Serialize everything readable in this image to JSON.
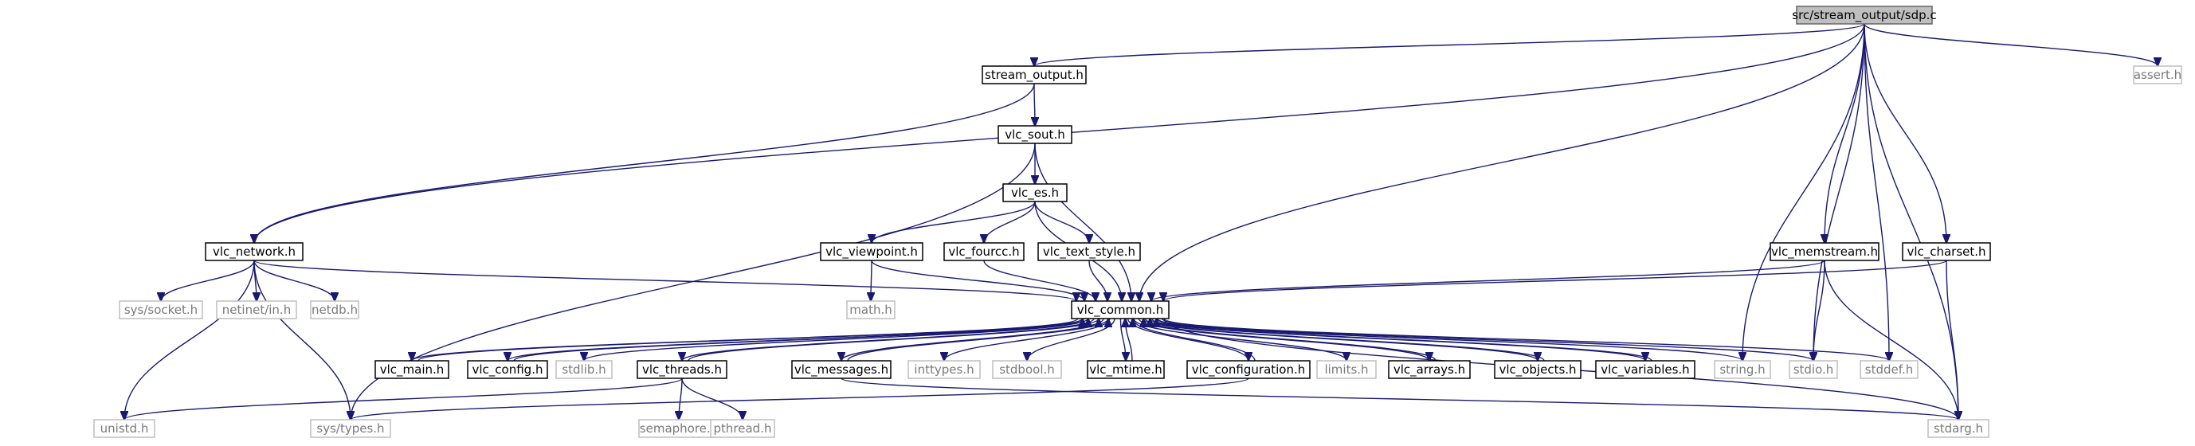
{
  "diagram": {
    "type": "include-dependency-graph",
    "colors": {
      "edge": "#191970",
      "root_fill": "#bfbfbf",
      "root_border": "#666666",
      "documented_border": "#000000",
      "external_border": "#bfbfbf",
      "external_text": "#7a7a7a"
    },
    "nodes": [
      {
        "id": "sdp_c",
        "label": "src/stream_output/sdp.c",
        "kind": "root"
      },
      {
        "id": "stream_output_h",
        "label": "stream_output.h",
        "kind": "doc"
      },
      {
        "id": "assert_h",
        "label": "assert.h",
        "kind": "sys"
      },
      {
        "id": "vlc_sout_h",
        "label": "vlc_sout.h",
        "kind": "doc"
      },
      {
        "id": "vlc_es_h",
        "label": "vlc_es.h",
        "kind": "doc"
      },
      {
        "id": "vlc_network_h",
        "label": "vlc_network.h",
        "kind": "doc"
      },
      {
        "id": "vlc_viewpoint_h",
        "label": "vlc_viewpoint.h",
        "kind": "doc"
      },
      {
        "id": "vlc_fourcc_h",
        "label": "vlc_fourcc.h",
        "kind": "doc"
      },
      {
        "id": "vlc_text_style_h",
        "label": "vlc_text_style.h",
        "kind": "doc"
      },
      {
        "id": "vlc_memstream_h",
        "label": "vlc_memstream.h",
        "kind": "doc"
      },
      {
        "id": "vlc_charset_h",
        "label": "vlc_charset.h",
        "kind": "doc"
      },
      {
        "id": "sys_socket_h",
        "label": "sys/socket.h",
        "kind": "sys"
      },
      {
        "id": "netinet_in_h",
        "label": "netinet/in.h",
        "kind": "sys"
      },
      {
        "id": "netdb_h",
        "label": "netdb.h",
        "kind": "sys"
      },
      {
        "id": "math_h",
        "label": "math.h",
        "kind": "sys"
      },
      {
        "id": "vlc_common_h",
        "label": "vlc_common.h",
        "kind": "doc"
      },
      {
        "id": "vlc_main_h",
        "label": "vlc_main.h",
        "kind": "doc"
      },
      {
        "id": "vlc_config_h",
        "label": "vlc_config.h",
        "kind": "doc"
      },
      {
        "id": "stdlib_h",
        "label": "stdlib.h",
        "kind": "sys"
      },
      {
        "id": "vlc_threads_h",
        "label": "vlc_threads.h",
        "kind": "doc"
      },
      {
        "id": "vlc_messages_h",
        "label": "vlc_messages.h",
        "kind": "doc"
      },
      {
        "id": "inttypes_h",
        "label": "inttypes.h",
        "kind": "sys"
      },
      {
        "id": "stdbool_h",
        "label": "stdbool.h",
        "kind": "sys"
      },
      {
        "id": "vlc_mtime_h",
        "label": "vlc_mtime.h",
        "kind": "doc"
      },
      {
        "id": "vlc_configuration_h",
        "label": "vlc_configuration.h",
        "kind": "doc"
      },
      {
        "id": "limits_h",
        "label": "limits.h",
        "kind": "sys"
      },
      {
        "id": "vlc_arrays_h",
        "label": "vlc_arrays.h",
        "kind": "doc"
      },
      {
        "id": "vlc_objects_h",
        "label": "vlc_objects.h",
        "kind": "doc"
      },
      {
        "id": "vlc_variables_h",
        "label": "vlc_variables.h",
        "kind": "doc"
      },
      {
        "id": "string_h",
        "label": "string.h",
        "kind": "sys"
      },
      {
        "id": "stdio_h",
        "label": "stdio.h",
        "kind": "sys"
      },
      {
        "id": "stddef_h",
        "label": "stddef.h",
        "kind": "sys"
      },
      {
        "id": "unistd_h",
        "label": "unistd.h",
        "kind": "sys"
      },
      {
        "id": "sys_types_h",
        "label": "sys/types.h",
        "kind": "sys"
      },
      {
        "id": "semaphore_h",
        "label": "semaphore.h",
        "kind": "sys"
      },
      {
        "id": "pthread_h",
        "label": "pthread.h",
        "kind": "sys"
      },
      {
        "id": "stdarg_h",
        "label": "stdarg.h",
        "kind": "sys"
      }
    ],
    "edges": [
      {
        "from": "sdp_c",
        "to": "stream_output_h"
      },
      {
        "from": "sdp_c",
        "to": "assert_h"
      },
      {
        "from": "sdp_c",
        "to": "vlc_network_h"
      },
      {
        "from": "sdp_c",
        "to": "vlc_common_h"
      },
      {
        "from": "sdp_c",
        "to": "string_h"
      },
      {
        "from": "sdp_c",
        "to": "vlc_memstream_h"
      },
      {
        "from": "sdp_c",
        "to": "vlc_charset_h"
      },
      {
        "from": "sdp_c",
        "to": "stdio_h"
      },
      {
        "from": "sdp_c",
        "to": "stddef_h"
      },
      {
        "from": "sdp_c",
        "to": "stdarg_h"
      },
      {
        "from": "stream_output_h",
        "to": "vlc_sout_h"
      },
      {
        "from": "stream_output_h",
        "to": "vlc_network_h"
      },
      {
        "from": "vlc_sout_h",
        "to": "vlc_es_h"
      },
      {
        "from": "vlc_sout_h",
        "to": "vlc_common_h"
      },
      {
        "from": "vlc_sout_h",
        "to": "sys_types_h"
      },
      {
        "from": "vlc_es_h",
        "to": "vlc_viewpoint_h"
      },
      {
        "from": "vlc_es_h",
        "to": "vlc_fourcc_h"
      },
      {
        "from": "vlc_es_h",
        "to": "vlc_text_style_h"
      },
      {
        "from": "vlc_es_h",
        "to": "vlc_common_h"
      },
      {
        "from": "vlc_network_h",
        "to": "sys_socket_h"
      },
      {
        "from": "vlc_network_h",
        "to": "netinet_in_h"
      },
      {
        "from": "vlc_network_h",
        "to": "netdb_h"
      },
      {
        "from": "vlc_network_h",
        "to": "vlc_common_h"
      },
      {
        "from": "vlc_network_h",
        "to": "unistd_h"
      },
      {
        "from": "vlc_network_h",
        "to": "sys_types_h"
      },
      {
        "from": "vlc_viewpoint_h",
        "to": "math_h"
      },
      {
        "from": "vlc_viewpoint_h",
        "to": "vlc_common_h"
      },
      {
        "from": "vlc_fourcc_h",
        "to": "vlc_common_h"
      },
      {
        "from": "vlc_text_style_h",
        "to": "vlc_common_h"
      },
      {
        "from": "vlc_memstream_h",
        "to": "vlc_common_h"
      },
      {
        "from": "vlc_memstream_h",
        "to": "stdio_h"
      },
      {
        "from": "vlc_memstream_h",
        "to": "stdarg_h"
      },
      {
        "from": "vlc_charset_h",
        "to": "vlc_common_h"
      },
      {
        "from": "vlc_charset_h",
        "to": "stdarg_h"
      },
      {
        "from": "vlc_common_h",
        "to": "vlc_main_h"
      },
      {
        "from": "vlc_main_h",
        "to": "vlc_common_h"
      },
      {
        "from": "vlc_common_h",
        "to": "vlc_config_h"
      },
      {
        "from": "vlc_config_h",
        "to": "vlc_common_h"
      },
      {
        "from": "vlc_common_h",
        "to": "stdlib_h"
      },
      {
        "from": "vlc_common_h",
        "to": "vlc_threads_h"
      },
      {
        "from": "vlc_threads_h",
        "to": "vlc_common_h"
      },
      {
        "from": "vlc_common_h",
        "to": "vlc_messages_h"
      },
      {
        "from": "vlc_messages_h",
        "to": "vlc_common_h"
      },
      {
        "from": "vlc_common_h",
        "to": "inttypes_h"
      },
      {
        "from": "vlc_common_h",
        "to": "stdbool_h"
      },
      {
        "from": "vlc_common_h",
        "to": "vlc_mtime_h"
      },
      {
        "from": "vlc_mtime_h",
        "to": "vlc_common_h"
      },
      {
        "from": "vlc_common_h",
        "to": "vlc_configuration_h"
      },
      {
        "from": "vlc_configuration_h",
        "to": "vlc_common_h"
      },
      {
        "from": "vlc_common_h",
        "to": "limits_h"
      },
      {
        "from": "vlc_common_h",
        "to": "vlc_arrays_h"
      },
      {
        "from": "vlc_arrays_h",
        "to": "vlc_common_h"
      },
      {
        "from": "vlc_common_h",
        "to": "vlc_objects_h"
      },
      {
        "from": "vlc_objects_h",
        "to": "vlc_common_h"
      },
      {
        "from": "vlc_common_h",
        "to": "vlc_variables_h"
      },
      {
        "from": "vlc_variables_h",
        "to": "vlc_common_h"
      },
      {
        "from": "vlc_common_h",
        "to": "string_h"
      },
      {
        "from": "vlc_common_h",
        "to": "stdio_h"
      },
      {
        "from": "vlc_common_h",
        "to": "stddef_h"
      },
      {
        "from": "vlc_common_h",
        "to": "stdarg_h"
      },
      {
        "from": "vlc_threads_h",
        "to": "unistd_h"
      },
      {
        "from": "vlc_threads_h",
        "to": "semaphore_h"
      },
      {
        "from": "vlc_threads_h",
        "to": "pthread_h"
      },
      {
        "from": "vlc_messages_h",
        "to": "stdarg_h"
      },
      {
        "from": "vlc_configuration_h",
        "to": "sys_types_h"
      }
    ]
  }
}
